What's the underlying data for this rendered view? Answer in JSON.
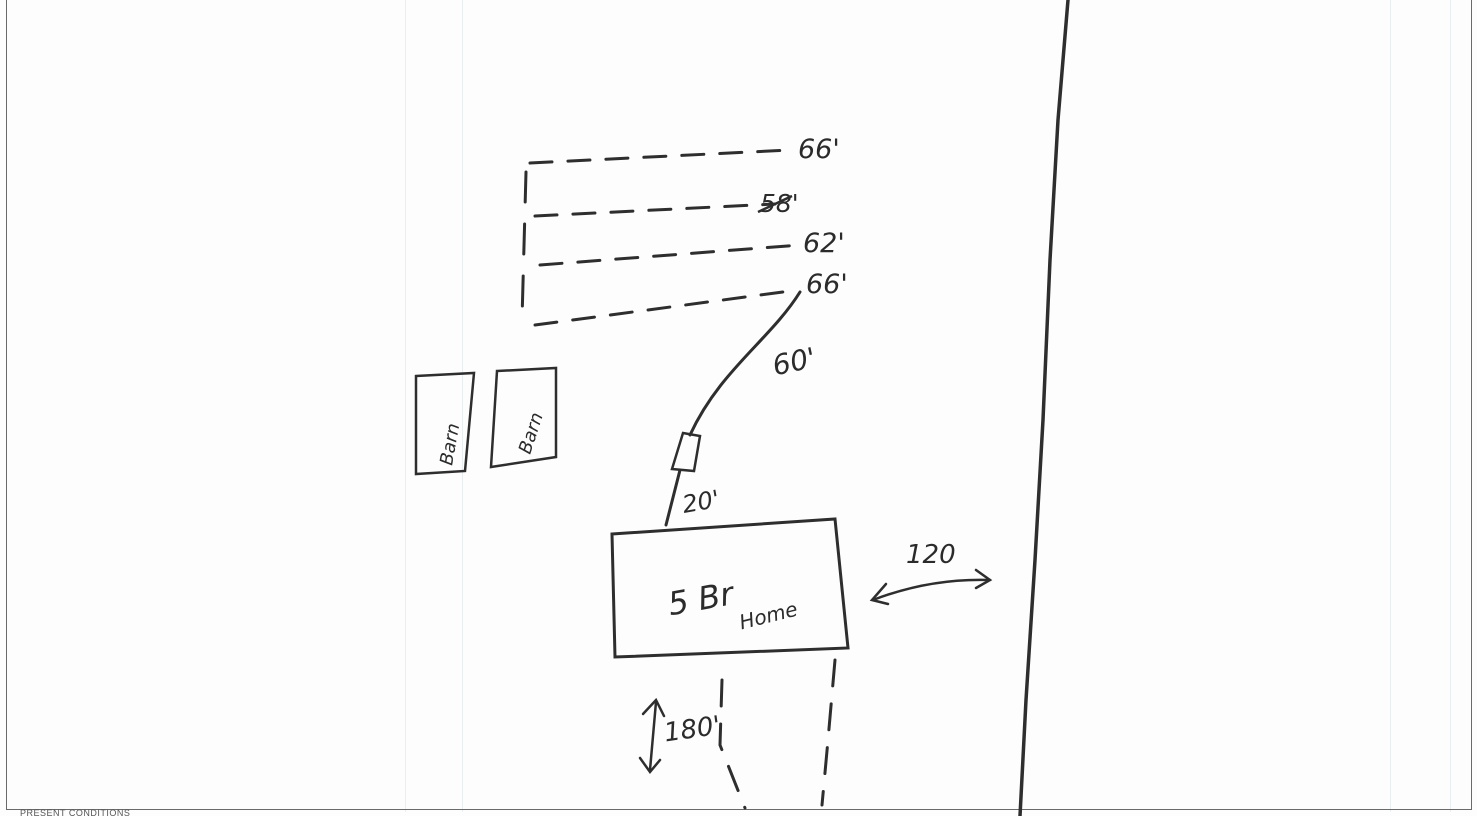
{
  "labels": {
    "row1": "66'",
    "row2": "58'",
    "row3": "62'",
    "row4": "66'",
    "line_to_box": "60'",
    "box_to_home": "20'",
    "home_br": "5 Br",
    "home_word": "Home",
    "side_distance": "120",
    "down_distance": "180'",
    "barn1": "Barn",
    "barn2": "Barn"
  },
  "footer": {
    "text": "PRESENT CONDITIONS"
  }
}
